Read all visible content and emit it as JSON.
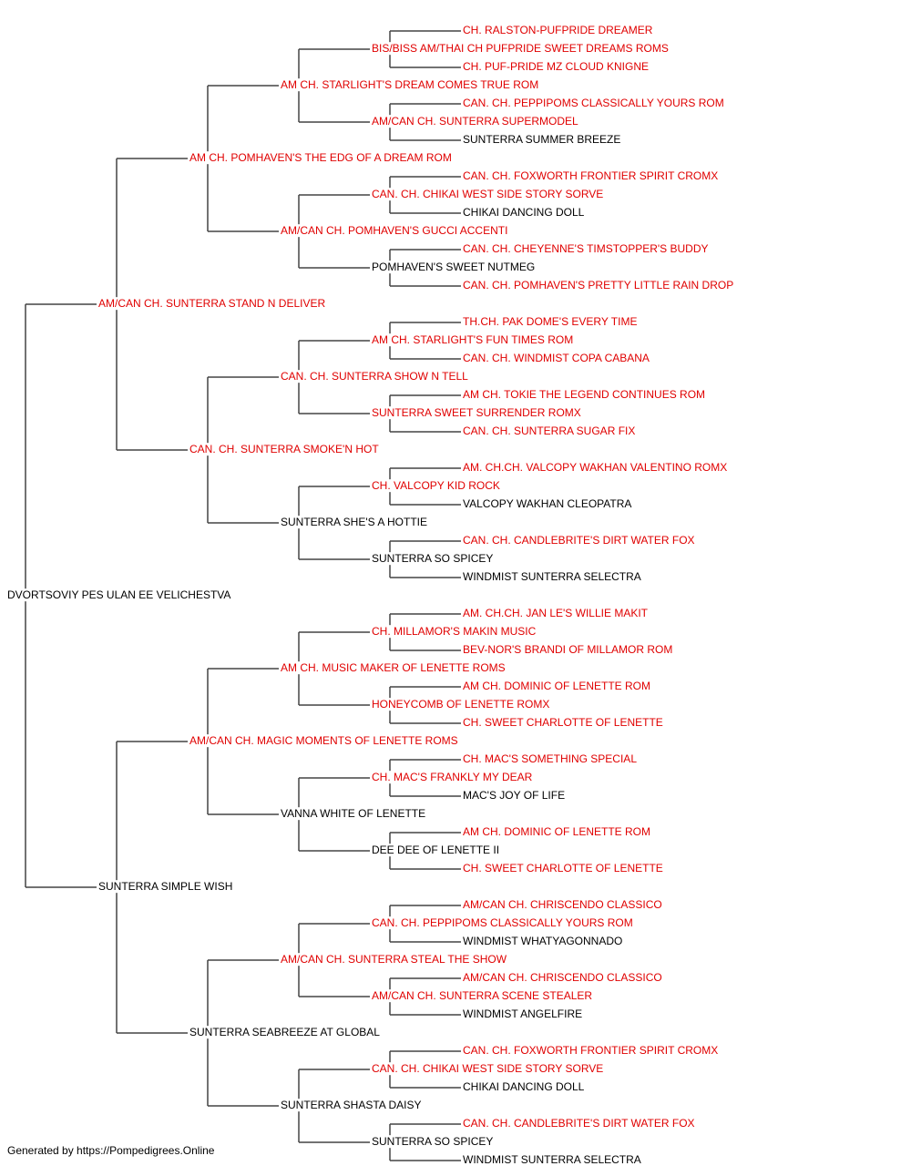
{
  "colors": {
    "champion": "#e00000",
    "regular": "#000000",
    "line": "#444444"
  },
  "footer": "Generated by https://Pompedigrees.Online",
  "pedigree": {
    "name": "DVORTSOVIY PES ULAN EE VELICHESTVA",
    "ch": false,
    "sire": {
      "name": "AM/CAN CH. SUNTERRA STAND N DELIVER",
      "ch": true,
      "sire": {
        "name": "AM CH. POMHAVEN'S THE EDG OF A DREAM ROM",
        "ch": true,
        "sire": {
          "name": "AM CH. STARLIGHT'S DREAM COMES TRUE ROM",
          "ch": true,
          "sire": {
            "name": "BIS/BISS AM/THAI CH PUFPRIDE SWEET DREAMS ROMS",
            "ch": true,
            "sire": {
              "name": "CH. RALSTON-PUFPRIDE DREAMER",
              "ch": true
            },
            "dam": {
              "name": "CH. PUF-PRIDE MZ CLOUD KNIGNE",
              "ch": true
            }
          },
          "dam": {
            "name": "AM/CAN CH. SUNTERRA SUPERMODEL",
            "ch": true,
            "sire": {
              "name": "CAN. CH. PEPPIPOMS CLASSICALLY YOURS ROM",
              "ch": true
            },
            "dam": {
              "name": "SUNTERRA SUMMER BREEZE",
              "ch": false
            }
          }
        },
        "dam": {
          "name": "AM/CAN CH. POMHAVEN'S GUCCI ACCENTI",
          "ch": true,
          "sire": {
            "name": "CAN. CH. CHIKAI WEST SIDE STORY SORVE",
            "ch": true,
            "sire": {
              "name": "CAN. CH. FOXWORTH FRONTIER SPIRIT CROMX",
              "ch": true
            },
            "dam": {
              "name": "CHIKAI DANCING DOLL",
              "ch": false
            }
          },
          "dam": {
            "name": "POMHAVEN'S SWEET NUTMEG",
            "ch": false,
            "sire": {
              "name": "CAN. CH. CHEYENNE'S TIMSTOPPER'S BUDDY",
              "ch": true
            },
            "dam": {
              "name": "CAN. CH. POMHAVEN'S PRETTY LITTLE RAIN DROP",
              "ch": true
            }
          }
        }
      },
      "dam": {
        "name": "CAN. CH. SUNTERRA SMOKE'N HOT",
        "ch": true,
        "sire": {
          "name": "CAN. CH. SUNTERRA SHOW N TELL",
          "ch": true,
          "sire": {
            "name": "AM CH. STARLIGHT'S FUN TIMES ROM",
            "ch": true,
            "sire": {
              "name": "TH.CH. PAK DOME'S EVERY TIME",
              "ch": true
            },
            "dam": {
              "name": "CAN. CH. WINDMIST COPA CABANA",
              "ch": true
            }
          },
          "dam": {
            "name": "SUNTERRA SWEET SURRENDER ROMX",
            "ch": true,
            "sire": {
              "name": "AM CH. TOKIE THE LEGEND CONTINUES ROM",
              "ch": true
            },
            "dam": {
              "name": "CAN. CH. SUNTERRA SUGAR FIX",
              "ch": true
            }
          }
        },
        "dam": {
          "name": "SUNTERRA SHE'S A HOTTIE",
          "ch": false,
          "sire": {
            "name": "CH. VALCOPY KID ROCK",
            "ch": true,
            "sire": {
              "name": "AM. CH.CH. VALCOPY WAKHAN VALENTINO ROMX",
              "ch": true
            },
            "dam": {
              "name": "VALCOPY WAKHAN CLEOPATRA",
              "ch": false
            }
          },
          "dam": {
            "name": "SUNTERRA SO SPICEY",
            "ch": false,
            "sire": {
              "name": "CAN. CH. CANDLEBRITE'S DIRT WATER FOX",
              "ch": true
            },
            "dam": {
              "name": "WINDMIST SUNTERRA SELECTRA",
              "ch": false
            }
          }
        }
      }
    },
    "dam": {
      "name": "SUNTERRA SIMPLE WISH",
      "ch": false,
      "sire": {
        "name": "AM/CAN CH. MAGIC MOMENTS OF LENETTE ROMS",
        "ch": true,
        "sire": {
          "name": "AM CH. MUSIC MAKER OF LENETTE ROMS",
          "ch": true,
          "sire": {
            "name": "CH. MILLAMOR'S MAKIN MUSIC",
            "ch": true,
            "sire": {
              "name": "AM. CH.CH. JAN LE'S WILLIE MAKIT",
              "ch": true
            },
            "dam": {
              "name": "BEV-NOR'S BRANDI OF MILLAMOR ROM",
              "ch": true
            }
          },
          "dam": {
            "name": "HONEYCOMB OF LENETTE ROMX",
            "ch": true,
            "sire": {
              "name": "AM CH. DOMINIC OF LENETTE ROM",
              "ch": true
            },
            "dam": {
              "name": "CH. SWEET CHARLOTTE OF LENETTE",
              "ch": true
            }
          }
        },
        "dam": {
          "name": "VANNA WHITE OF LENETTE",
          "ch": false,
          "sire": {
            "name": "CH. MAC'S FRANKLY MY DEAR",
            "ch": true,
            "sire": {
              "name": "CH. MAC'S SOMETHING SPECIAL",
              "ch": true
            },
            "dam": {
              "name": "MAC'S JOY OF LIFE",
              "ch": false
            }
          },
          "dam": {
            "name": "DEE DEE OF LENETTE II",
            "ch": false,
            "sire": {
              "name": "AM CH. DOMINIC OF LENETTE ROM",
              "ch": true
            },
            "dam": {
              "name": "CH. SWEET CHARLOTTE OF LENETTE",
              "ch": true
            }
          }
        }
      },
      "dam": {
        "name": "SUNTERRA SEABREEZE AT GLOBAL",
        "ch": false,
        "sire": {
          "name": "AM/CAN CH. SUNTERRA STEAL THE SHOW",
          "ch": true,
          "sire": {
            "name": "CAN. CH. PEPPIPOMS CLASSICALLY YOURS ROM",
            "ch": true,
            "sire": {
              "name": "AM/CAN CH. CHRISCENDO CLASSICO",
              "ch": true
            },
            "dam": {
              "name": "WINDMIST WHATYAGONNADO",
              "ch": false
            }
          },
          "dam": {
            "name": "AM/CAN CH. SUNTERRA SCENE STEALER",
            "ch": true,
            "sire": {
              "name": "AM/CAN CH. CHRISCENDO CLASSICO",
              "ch": true
            },
            "dam": {
              "name": "WINDMIST ANGELFIRE",
              "ch": false
            }
          }
        },
        "dam": {
          "name": "SUNTERRA SHASTA DAISY",
          "ch": false,
          "sire": {
            "name": "CAN. CH. CHIKAI WEST SIDE STORY SORVE",
            "ch": true,
            "sire": {
              "name": "CAN. CH. FOXWORTH FRONTIER SPIRIT CROMX",
              "ch": true
            },
            "dam": {
              "name": "CHIKAI DANCING DOLL",
              "ch": false
            }
          },
          "dam": {
            "name": "SUNTERRA SO SPICEY",
            "ch": false,
            "sire": {
              "name": "CAN. CH. CANDLEBRITE'S DIRT WATER FOX",
              "ch": true
            },
            "dam": {
              "name": "WINDMIST SUNTERRA SELECTRA",
              "ch": false
            }
          }
        }
      }
    }
  }
}
